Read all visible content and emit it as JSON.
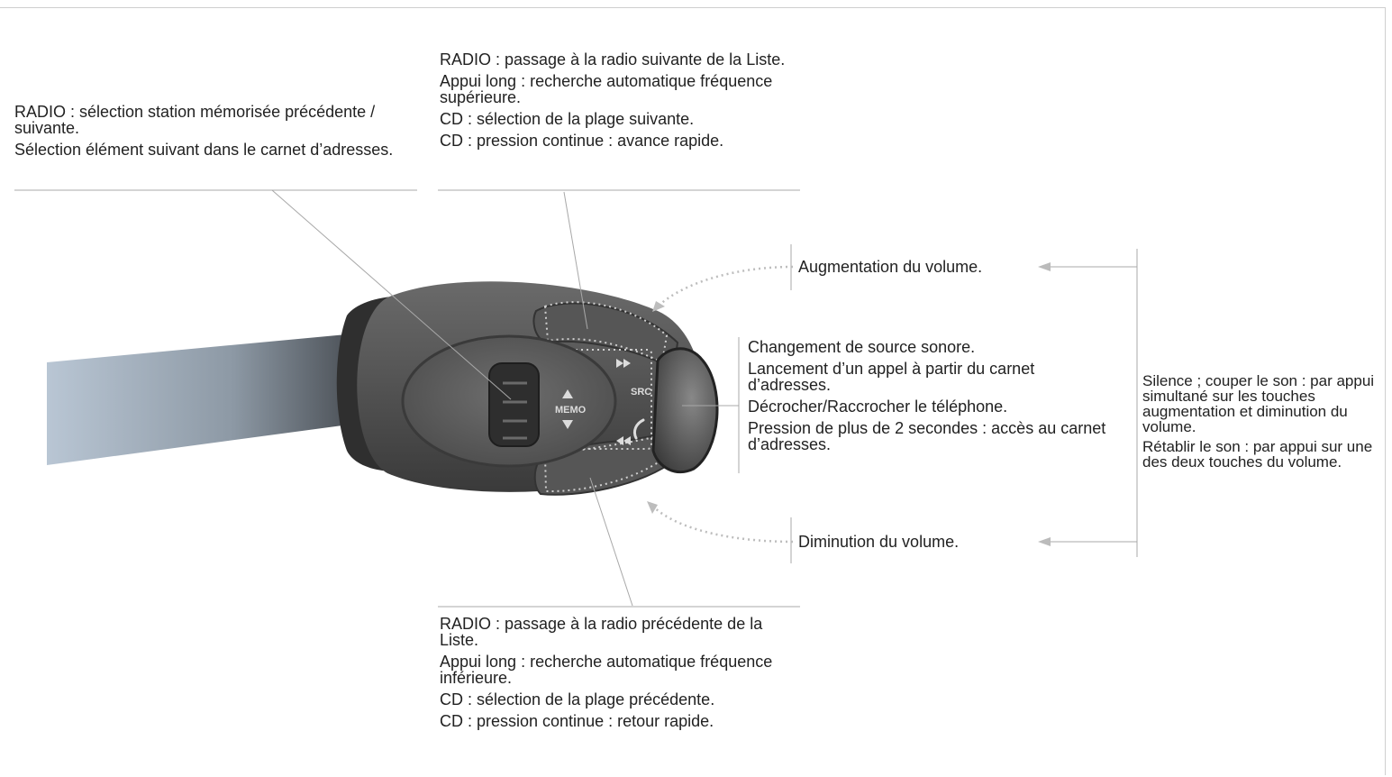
{
  "callouts": {
    "memo_wheel": [
      "RADIO : sélection station mémorisée précédente / suivante.",
      "Sélection élément suivant dans le carnet d’adresses."
    ],
    "next_button": [
      "RADIO : passage à la radio suivante de la Liste.",
      "Appui long : recherche automatique fréquence supérieure.",
      "CD : sélection de la plage suivante.",
      "CD : pression continue : avance rapide."
    ],
    "volume_up": "Augmentation du volume.",
    "volume_down": "Diminution du volume.",
    "source_button": [
      "Changement de source sonore.",
      "Lancement d’un appel à partir du carnet d’adresses.",
      "Décrocher/Raccrocher le téléphone.",
      "Pression de plus de 2 secondes : accès au carnet d’adresses."
    ],
    "mute": [
      "Silence ; couper le son : par appui simultané sur les touches augmentation et diminution du volume.",
      "Rétablir le son : par appui sur une des deux touches du volume."
    ],
    "previous_button": [
      "RADIO : passage à la radio précédente de la Liste.",
      "Appui long : recherche automatique fréquence inférieure.",
      "CD : sélection de la plage précédente.",
      "CD : pression continue : retour rapide."
    ]
  },
  "control_labels": {
    "memo": "MEMO",
    "src": "SRC"
  },
  "icons": {
    "next": "fast-forward-icon",
    "previous": "rewind-icon",
    "phone": "phone-handset-icon",
    "memo_arrows": "up-down-arrows-icon"
  },
  "colors": {
    "control_dark": "#3d3d3d",
    "control_mid": "#6a6a6a",
    "stalk": "#9fb0c2",
    "leader_line": "#a8a8a8",
    "dotted_outline": "#cfcfcf"
  }
}
